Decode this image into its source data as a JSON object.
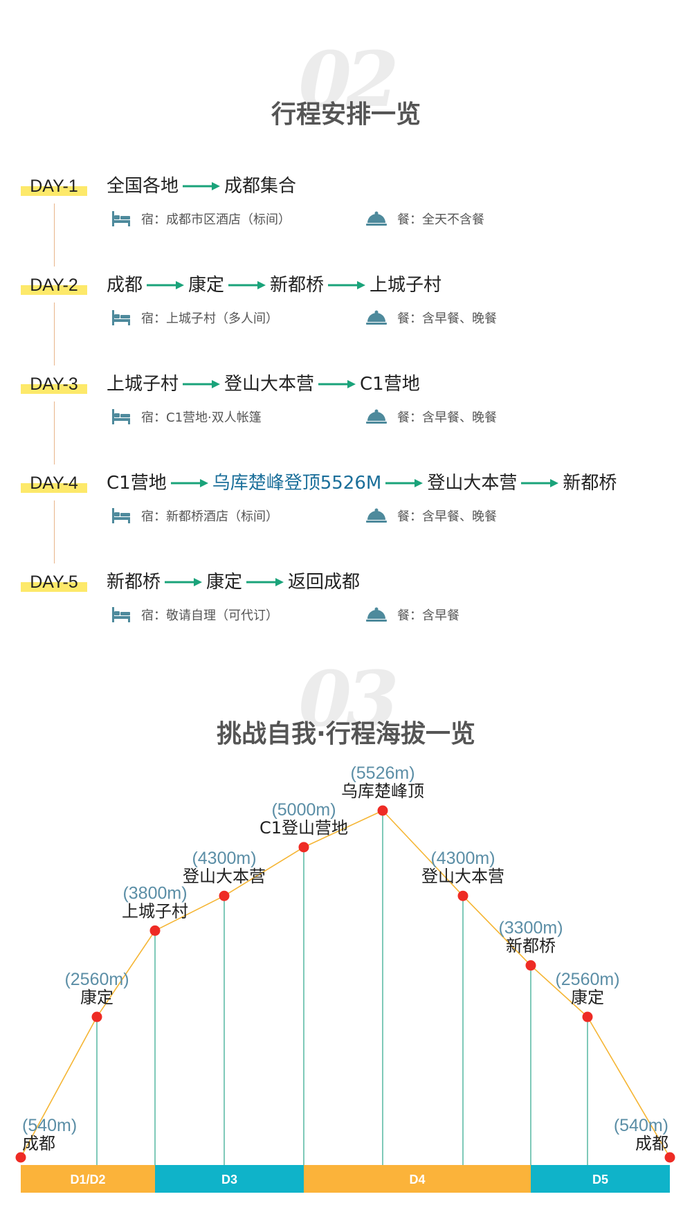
{
  "section_itinerary": {
    "number": "02",
    "title": "行程安排一览"
  },
  "days": [
    {
      "tag": "DAY-1",
      "route": [
        {
          "name": "全国各地"
        },
        {
          "name": "成都集合"
        }
      ],
      "stay_label": "宿：成都市区酒店（标间）",
      "meal_label": "餐：全天不含餐"
    },
    {
      "tag": "DAY-2",
      "route": [
        {
          "name": "成都"
        },
        {
          "name": "康定"
        },
        {
          "name": "新都桥"
        },
        {
          "name": "上城子村"
        }
      ],
      "stay_label": "宿：上城子村（多人间）",
      "meal_label": "餐：含早餐、晚餐"
    },
    {
      "tag": "DAY-3",
      "route": [
        {
          "name": "上城子村"
        },
        {
          "name": "登山大本营"
        },
        {
          "name": "C1营地"
        }
      ],
      "stay_label": "宿：C1营地·双人帐篷",
      "meal_label": "餐：含早餐、晚餐"
    },
    {
      "tag": "DAY-4",
      "route": [
        {
          "name": "C1营地"
        },
        {
          "name": "乌库楚峰登顶5526M",
          "highlight": true
        },
        {
          "name": "登山大本营"
        },
        {
          "name": "新都桥"
        }
      ],
      "stay_label": "宿：新都桥酒店（标间）",
      "meal_label": "餐：含早餐、晚餐"
    },
    {
      "tag": "DAY-5",
      "route": [
        {
          "name": "新都桥"
        },
        {
          "name": "康定"
        },
        {
          "name": "返回成都"
        }
      ],
      "stay_label": "宿：敬请自理（可代订）",
      "meal_label": "餐：含早餐"
    }
  ],
  "icons": {
    "stay": "bed-icon",
    "meal": "cloche-icon",
    "route": "arrow-right-icon"
  },
  "section_altitude": {
    "number": "03",
    "title": "挑战自我·行程海拔一览"
  },
  "colors": {
    "highlight_text": "#1b6f9a",
    "arrow": "#1aa37a",
    "day_tag_bg": "#fde96a",
    "icon": "#4e8a9c",
    "altitude_line": "#f5b533",
    "point": "#ee2b24",
    "drop_line": "#2aa58a",
    "elev_label": "#5b8ea6",
    "band_orange": "#fbb33a",
    "band_teal": "#0fb3c9"
  },
  "chart_data": {
    "type": "line",
    "title": "",
    "xlabel": "",
    "ylabel": "",
    "unit": "m",
    "ylim": [
      0,
      6000
    ],
    "points": [
      {
        "x": 0,
        "name": "成都",
        "elev_label": "(540m)",
        "elevation": 540
      },
      {
        "x": 1,
        "name": "康定",
        "elev_label": "(2560m)",
        "elevation": 2560
      },
      {
        "x": 2,
        "name": "上城子村",
        "elev_label": "(3800m)",
        "elevation": 3800
      },
      {
        "x": 3,
        "name": "登山大本营",
        "elev_label": "(4300m)",
        "elevation": 4300
      },
      {
        "x": 4,
        "name": "C1登山营地",
        "elev_label": "(5000m)",
        "elevation": 5000
      },
      {
        "x": 5,
        "name": "乌库楚峰顶",
        "elev_label": "(5526m)",
        "elevation": 5526
      },
      {
        "x": 6,
        "name": "登山大本营",
        "elev_label": "(4300m)",
        "elevation": 4300
      },
      {
        "x": 7,
        "name": "新都桥",
        "elev_label": "(3300m)",
        "elevation": 3300
      },
      {
        "x": 8,
        "name": "康定",
        "elev_label": "(2560m)",
        "elevation": 2560
      },
      {
        "x": 9,
        "name": "成都",
        "elev_label": "(540m)",
        "elevation": 540
      }
    ],
    "bands": [
      {
        "label": "D1/D2",
        "from": 0,
        "to": 2,
        "color": "orange"
      },
      {
        "label": "D3",
        "from": 2,
        "to": 4,
        "color": "teal"
      },
      {
        "label": "D4",
        "from": 4,
        "to": 7,
        "color": "orange"
      },
      {
        "label": "D5",
        "from": 7,
        "to": 9,
        "color": "teal"
      }
    ]
  }
}
